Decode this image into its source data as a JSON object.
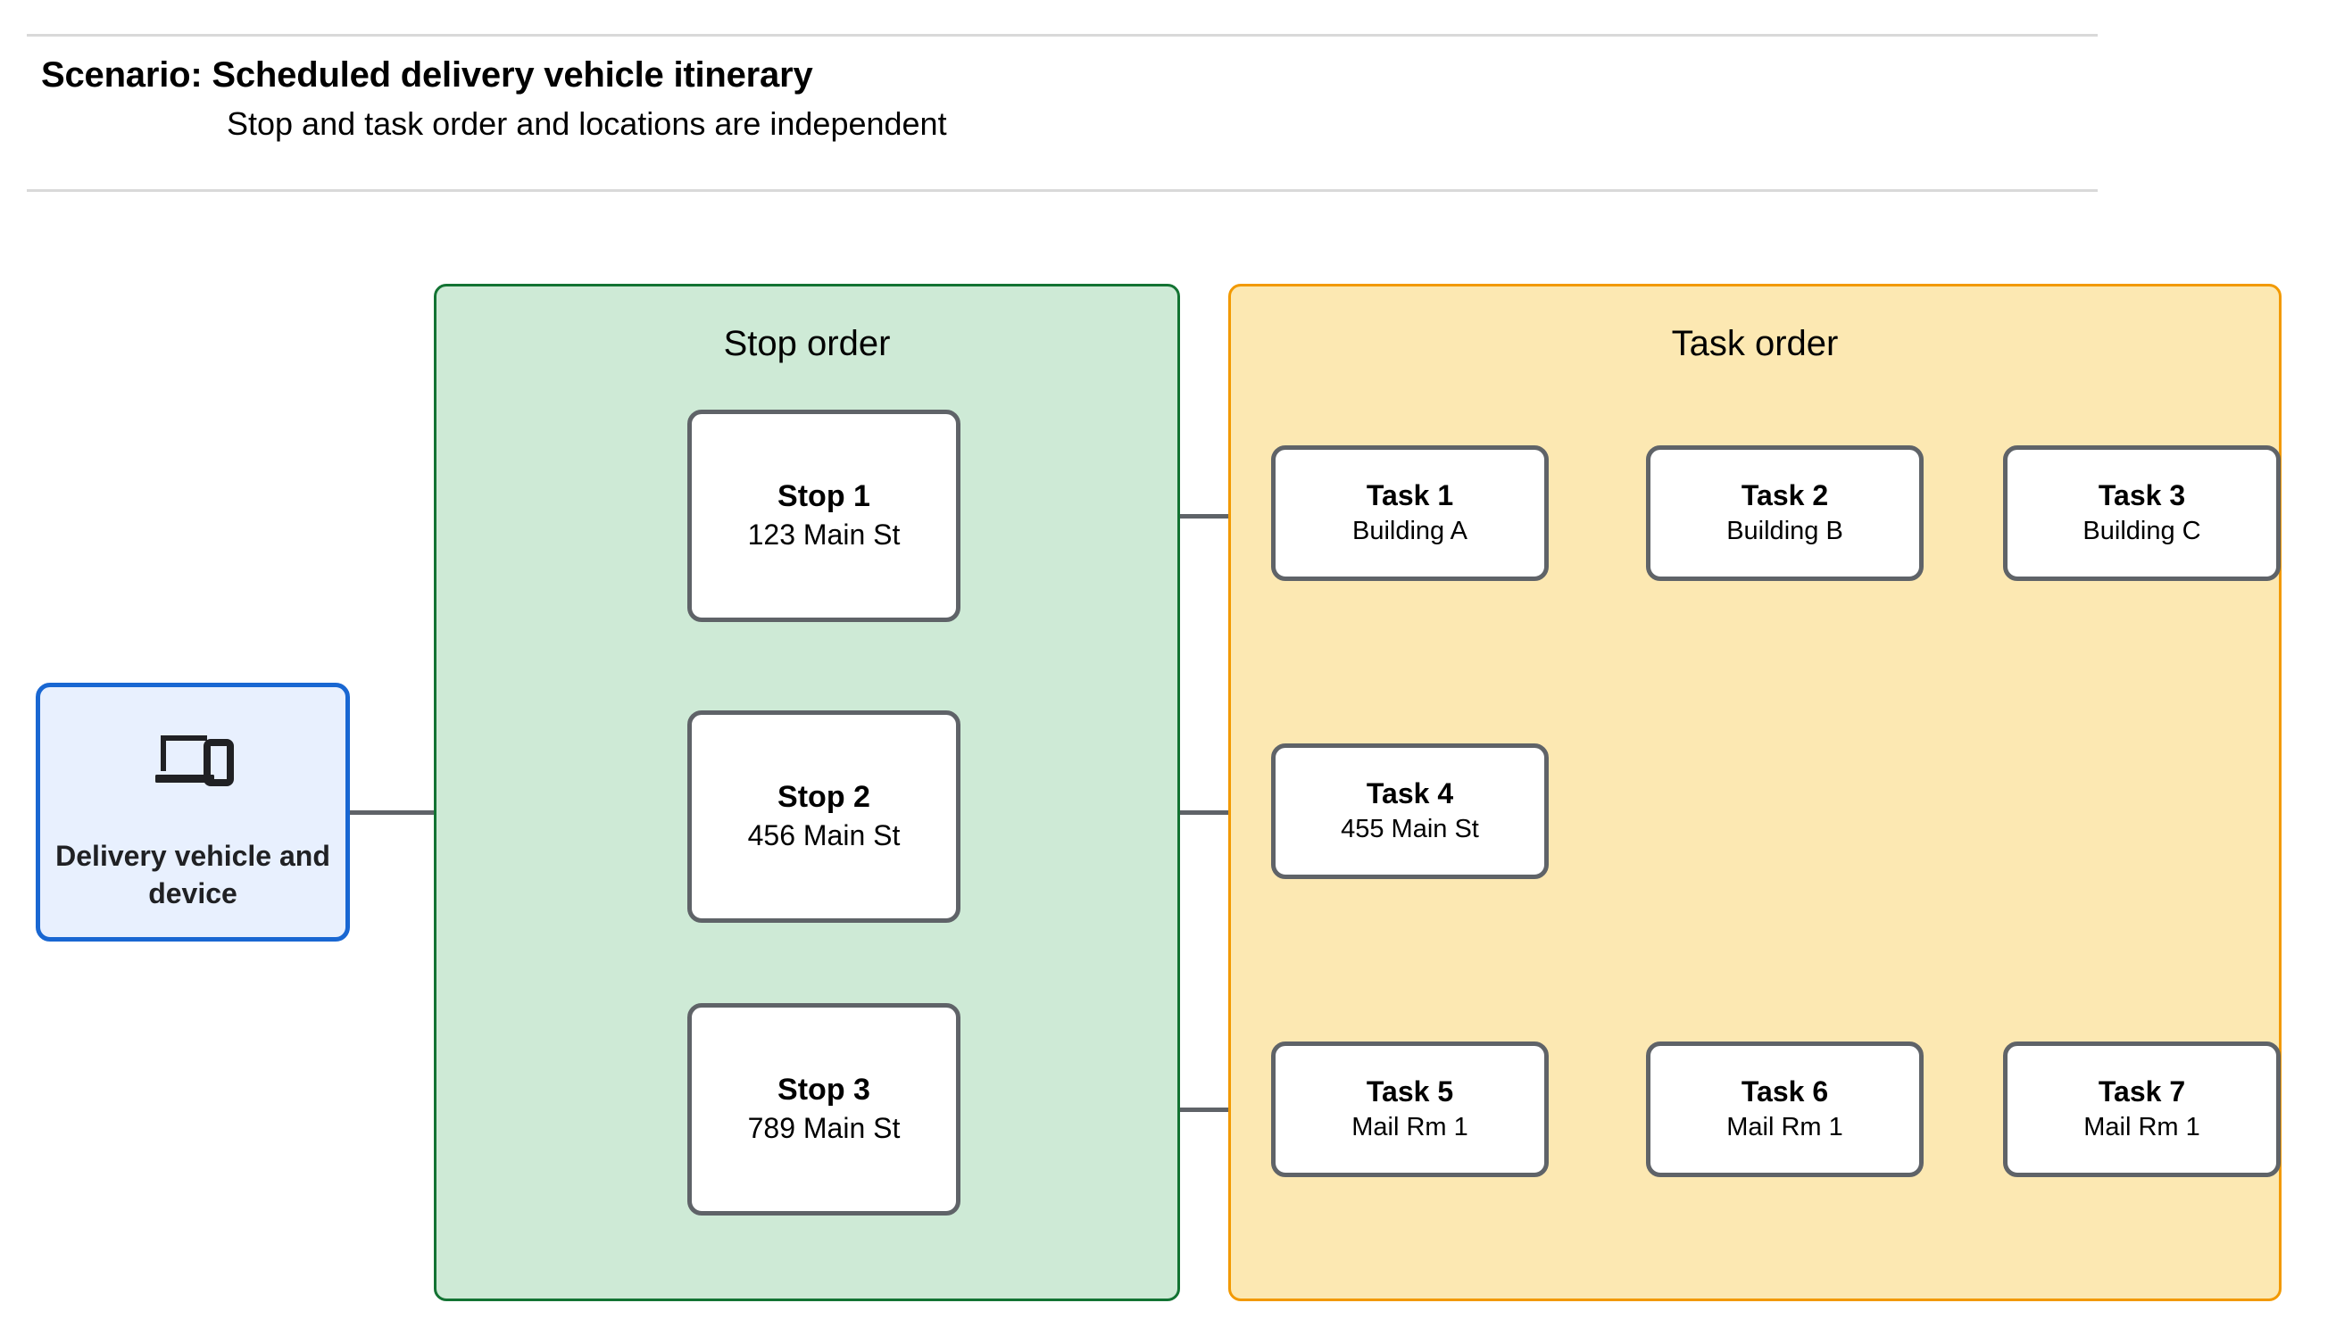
{
  "header": {
    "title": "Scenario: Scheduled delivery vehicle itinerary",
    "subtitle": "Stop and task order and locations are independent"
  },
  "device": {
    "icon": "laptop-and-phone-icon",
    "label": "Delivery vehicle and device"
  },
  "panels": {
    "stop": {
      "title": "Stop order",
      "fill": "#ceead6",
      "border": "#137333"
    },
    "task": {
      "title": "Task order",
      "fill": "#fce8b2",
      "border": "#f29900"
    }
  },
  "stops": [
    {
      "title": "Stop 1",
      "location": "123 Main St"
    },
    {
      "title": "Stop 2",
      "location": "456 Main St"
    },
    {
      "title": "Stop 3",
      "location": "789 Main St"
    }
  ],
  "task_rows": [
    [
      {
        "title": "Task 1",
        "location": "Building A"
      },
      {
        "title": "Task 2",
        "location": "Building B"
      },
      {
        "title": "Task 3",
        "location": "Building C"
      }
    ],
    [
      {
        "title": "Task 4",
        "location": "455 Main St"
      }
    ],
    [
      {
        "title": "Task 5",
        "location": "Mail Rm 1"
      },
      {
        "title": "Task 6",
        "location": "Mail Rm 1"
      },
      {
        "title": "Task 7",
        "location": "Mail Rm 1"
      }
    ]
  ],
  "colors": {
    "node_border": "#5f6368",
    "node_fill": "#ffffff",
    "connector": "#5f6368",
    "device_border": "#1967d2",
    "device_fill": "#e8f0fe",
    "rule": "#d9d9d9"
  }
}
